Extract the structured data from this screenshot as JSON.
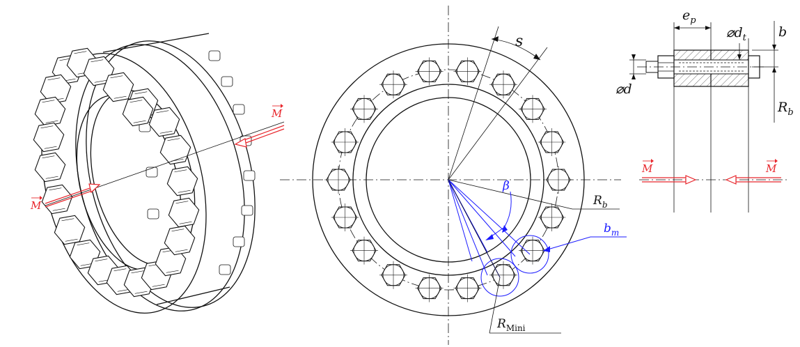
{
  "colors": {
    "line": "#111111",
    "red": "#e8262c",
    "blue": "#1a1aff"
  },
  "left_view": {
    "moment_top": "M",
    "moment_bottom": "M"
  },
  "front_view": {
    "bolt_count": 18,
    "label_s": "s",
    "label_beta": "β",
    "label_rb": "R",
    "label_rb_sub": "b",
    "label_bm": "b",
    "label_bm_sub": "m",
    "label_rmini": "R",
    "label_rmini_sub": "Mini"
  },
  "section_view": {
    "label_ep": "e",
    "label_ep_sub": "p",
    "label_dt": "⌀d",
    "label_dt_sub": "t",
    "label_b": "b",
    "label_d": "⌀d",
    "label_rb": "R",
    "label_rb_sub": "b",
    "moment_left": "M",
    "moment_right": "M"
  }
}
